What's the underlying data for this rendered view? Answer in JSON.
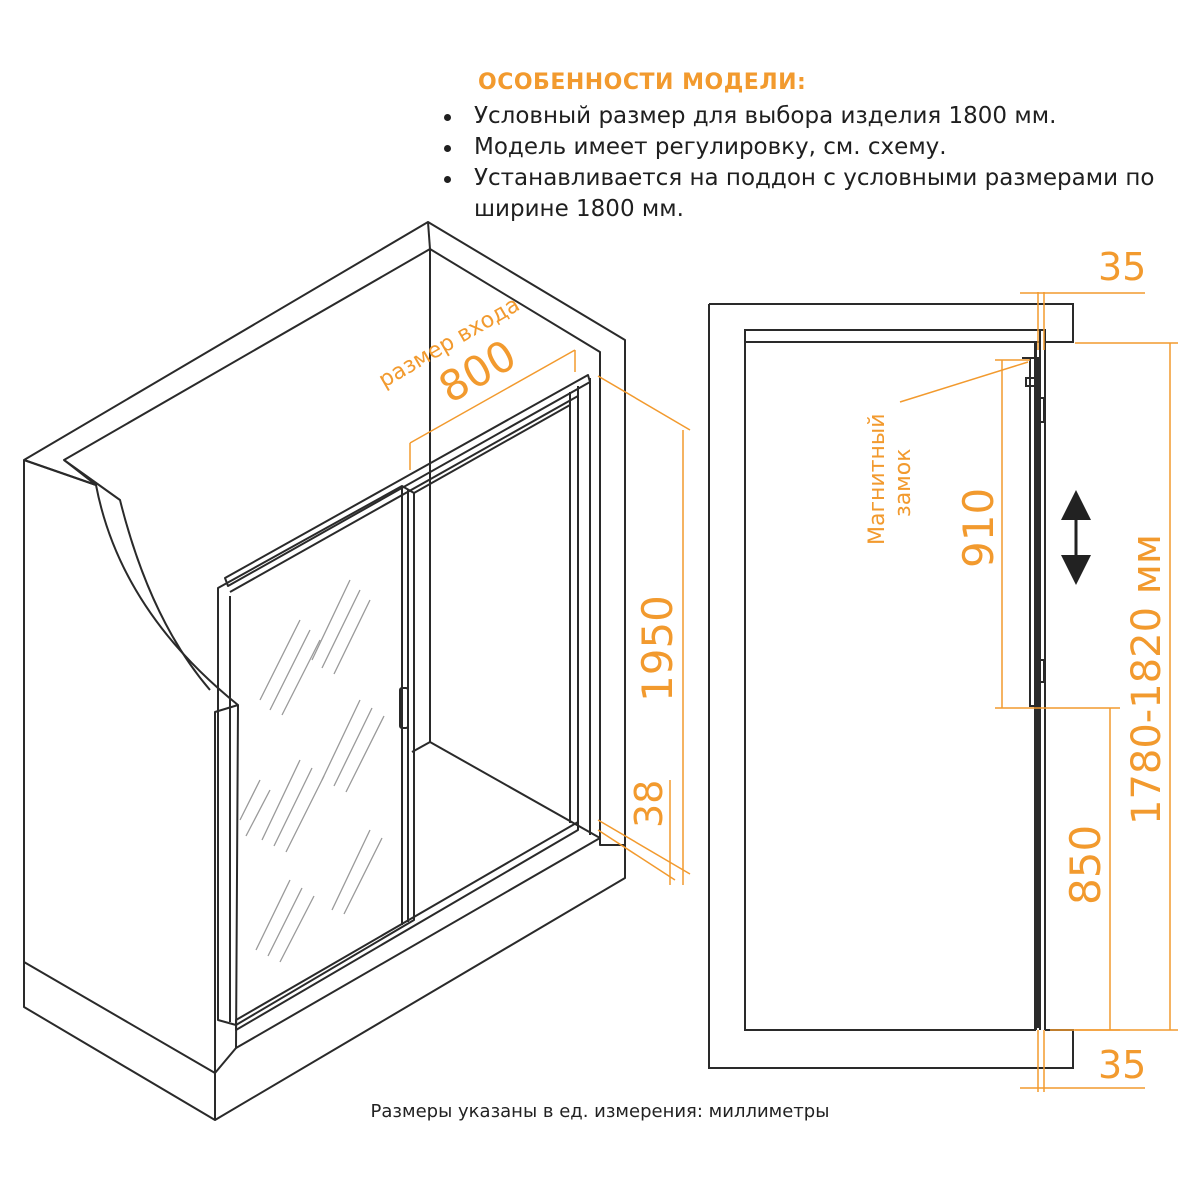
{
  "features": {
    "title": "ОСОБЕННОСТИ МОДЕЛИ:",
    "items": [
      "Условный размер для выбора изделия 1800 мм.",
      "Модель имеет регулировку, см. схему.",
      "Устанавливается на поддон с условными размерами по ширине 1800 мм."
    ]
  },
  "iso_view": {
    "entry_label": "размер входа",
    "entry_width": "800",
    "height": "1950",
    "threshold": "38"
  },
  "plan_view": {
    "top_offset": "35",
    "bottom_offset": "35",
    "lock_label": "Магнитный замок",
    "lock_height": "910",
    "handle_height": "850",
    "total_range": "1780-1820 мм"
  },
  "footnote": "Размеры указаны в ед. измерения: миллиметры",
  "colors": {
    "accent": "#f29a2e",
    "line": "#2a2a2a"
  }
}
